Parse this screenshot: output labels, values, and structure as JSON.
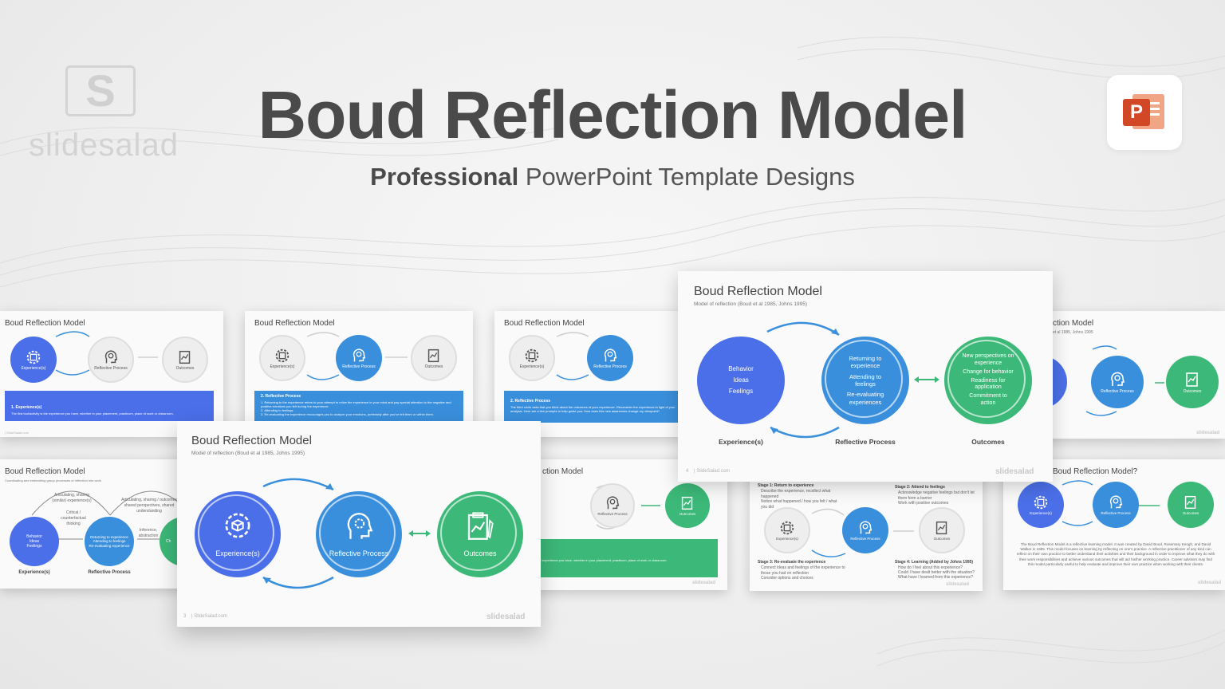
{
  "brand": {
    "logo_letter": "S",
    "name": "slidesalad"
  },
  "hero": {
    "title": "Boud Reflection Model",
    "subtitle_bold": "Professional",
    "subtitle_rest": " PowerPoint Template Designs",
    "ppt_letter": "P"
  },
  "labels": {
    "deck_title": "Boud Reflection Model",
    "model_subtitle": "Model of reflection (Boud et al 1985, Johns 1995)",
    "experience": "Experience(s)",
    "reflective": "Reflective Process",
    "outcomes": "Outcomes",
    "footer_url": "| SlideSalad.com",
    "brand_mark": "slidesalad"
  },
  "slides": {
    "s1": {
      "panel": "1. Experience(s)",
      "panel_text": "The first tool/activity is the experience you have, whether in your placement, practicum, place of work or classroom."
    },
    "s2": {
      "panel": "2. Reflective Process",
      "items": [
        "1. Returning to the experience refers to your attempt to relive the experience in your mind and pay special attention to the negative and positive emotions you felt during the experience.",
        "2. Attending to feelings",
        "3. Re-evaluating the experience encourages you to analyze your emotions, preferably after you've felt them or within them."
      ]
    },
    "s3": {
      "panel": "2. Reflective Process",
      "panel_text": "The third circle asks that you think about the outcomes of your experience. Reconsider the experience in light of your analysis. Here are a few prompts to help guide you: How does this new awareness change my viewpoint?"
    },
    "s4": {
      "number": "4",
      "left_lines": [
        "Behavior",
        "Ideas",
        "Feelings"
      ],
      "mid_lines": [
        "Returning to experience",
        "Attending to feelings",
        "Re-evaluating experiences"
      ],
      "right_lines": [
        "New perspectives on experience",
        "Change for behavior",
        "Readiness for application",
        "Commitment to action"
      ]
    },
    "s5": {
      "title_cut": "ction Model",
      "subtitle_cut": "et al 1985, Johns 1995"
    },
    "s6": {
      "subtitle": "Coordinating and embedding group processes of reflection into work",
      "arc_top_left": "Articulating, sharing (similar) experience(s)",
      "arc_top_right": "Articulating, sharing / outcomes shared perspectives, shared understanding",
      "critical": "Critical / counterfactual thinking",
      "inference": "Inference, abstraction",
      "left_lines": [
        "Behavior",
        "Ideas",
        "Feelings"
      ],
      "mid_lines": [
        "Returning to experience",
        "Attending to feelings",
        "Re-evaluating experience"
      ],
      "right_cut": "Ch"
    },
    "s7": {
      "number": "3"
    },
    "s8": {
      "title_cut": "ction Model",
      "panel_text": "...the experience you have, whether in your placement, practicum, place of work or classroom."
    },
    "s9": {
      "stage1": "Stage 1: Return to experience",
      "stage1_items": [
        "Describe the experience, recollect what happened",
        "Notice what happened / how you felt / what you did"
      ],
      "stage2": "Stage 2: Attend to feelings",
      "stage2_items": [
        "Acknowledge negative feelings but don't let them form a barrier",
        "Work with positive outcomes"
      ],
      "stage3": "Stage 3: Re-evaluate the experience",
      "stage3_items": [
        "Connect ideas and feelings of the experience to those you had on reflection",
        "Consider options and choices"
      ],
      "stage4": "Stage 4: Learning (Added by Johns 1995)",
      "stage4_items": [
        "How do I feel about this experience?",
        "Could I have dealt better with the situation?",
        "What have I learned from this experience?"
      ]
    },
    "s10": {
      "title_cut": "Boud Reflection Model?",
      "body": "The Boud Reflection Model is a reflective learning model. It was created by David Boud, Rosemary Keogh, and David Walker in 1985. This model focuses on learning by reflecting on one's practice. A reflective practitioner of any kind can reflect on their own practice to better understand their activities and their background in order to improve what they do with their work responsibilities and achieve various outcomes that will aid his/her working practice. Career advisors may find this model particularly useful to help evaluate and improve their own practice when working with their clients."
    }
  },
  "colors": {
    "blue": "#4b6fe8",
    "mid_blue": "#3a8fdc",
    "green": "#3cb878",
    "grey": "#eeeeee",
    "title": "#4a4a4a"
  },
  "icons": [
    "gear-cube-icon",
    "head-gear-icon",
    "chart-clipboard-icon",
    "powerpoint-icon"
  ]
}
